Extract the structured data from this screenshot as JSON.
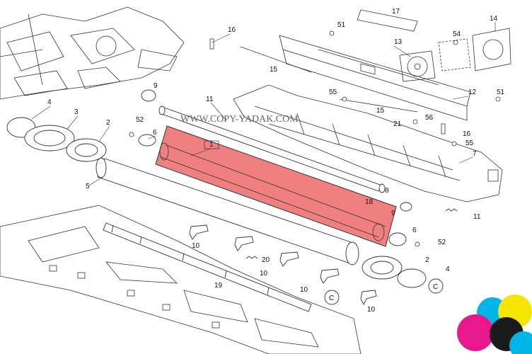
{
  "watermark": "WWW.COPY-YADAK.COM",
  "highlight_color": "#f08080",
  "callouts": {
    "p1": "1",
    "p2a": "2",
    "p2b": "2",
    "p3": "3",
    "p4a": "4",
    "p4b": "4",
    "p5": "5",
    "p6a": "6",
    "p6b": "6",
    "p7": "7",
    "p8": "8",
    "p9a": "9",
    "p9b": "9",
    "p10a": "10",
    "p10b": "10",
    "p10c": "10",
    "p10d": "10",
    "p11a": "11",
    "p11b": "11",
    "p12": "12",
    "p13": "13",
    "p14": "14",
    "p15a": "15",
    "p15b": "15",
    "p16a": "16",
    "p16b": "16",
    "p17": "17",
    "p18": "18",
    "p19": "19",
    "p20": "20",
    "p21": "21",
    "p51a": "51",
    "p51b": "51",
    "p52a": "52",
    "p52b": "52",
    "p54": "54",
    "p55a": "55",
    "p55b": "55",
    "p56": "56",
    "c1": "C",
    "c2": "C"
  }
}
